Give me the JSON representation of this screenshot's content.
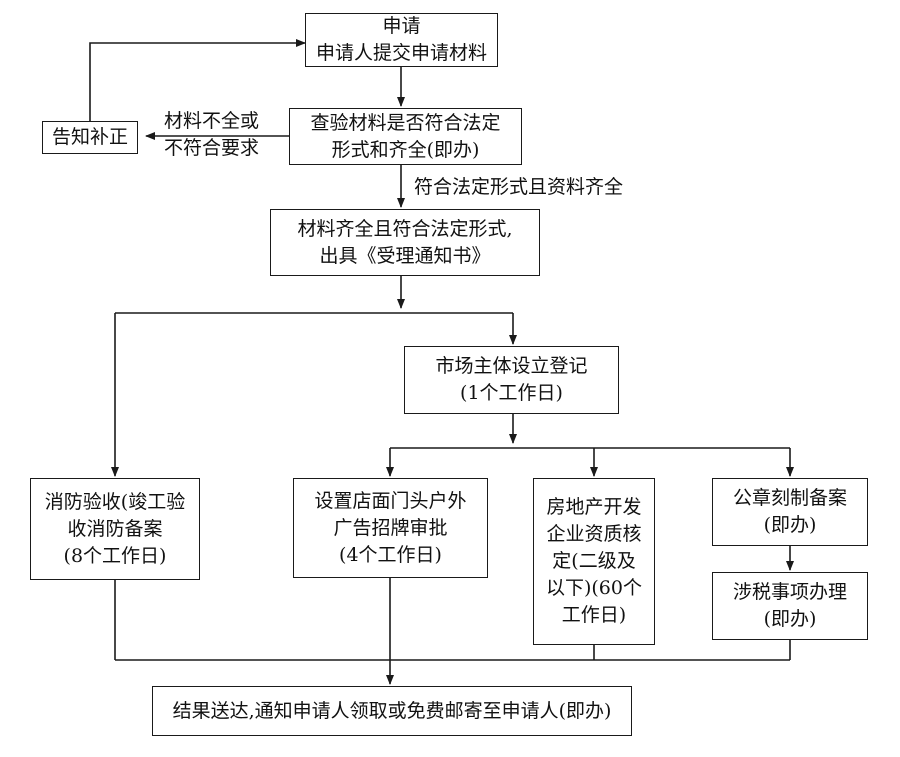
{
  "nodes": {
    "apply": {
      "lines": [
        "申请",
        "申请人提交申请材料"
      ]
    },
    "check": {
      "lines": [
        "查验材料是否符合法定",
        "形式和齐全(即办)"
      ]
    },
    "notify_fix": {
      "lines": [
        "告知补正"
      ]
    },
    "accept": {
      "lines": [
        "材料齐全且符合法定形式,",
        "出具《受理通知书》"
      ]
    },
    "registration": {
      "lines": [
        "市场主体设立登记",
        "(1个工作日)"
      ]
    },
    "fire": {
      "lines": [
        "消防验收(竣工验",
        "收消防备案",
        "(8个工作日)"
      ]
    },
    "signboard": {
      "lines": [
        "设置店面门头户外",
        "广告招牌审批",
        "(4个工作日)"
      ]
    },
    "realestate": {
      "lines": [
        "房地产开发",
        "企业资质核",
        "定(二级及",
        "以下)(60个",
        "工作日)"
      ]
    },
    "seal": {
      "lines": [
        "公章刻制备案",
        "(即办)"
      ]
    },
    "tax": {
      "lines": [
        "涉税事项办理",
        "(即办)"
      ]
    },
    "result": {
      "lines": [
        "结果送达,通知申请人领取或免费邮寄至申请人(即办)"
      ]
    }
  },
  "edge_labels": {
    "incomplete": [
      "材料不全或",
      "不符合要求"
    ],
    "complete": "符合法定形式且资料齐全"
  }
}
